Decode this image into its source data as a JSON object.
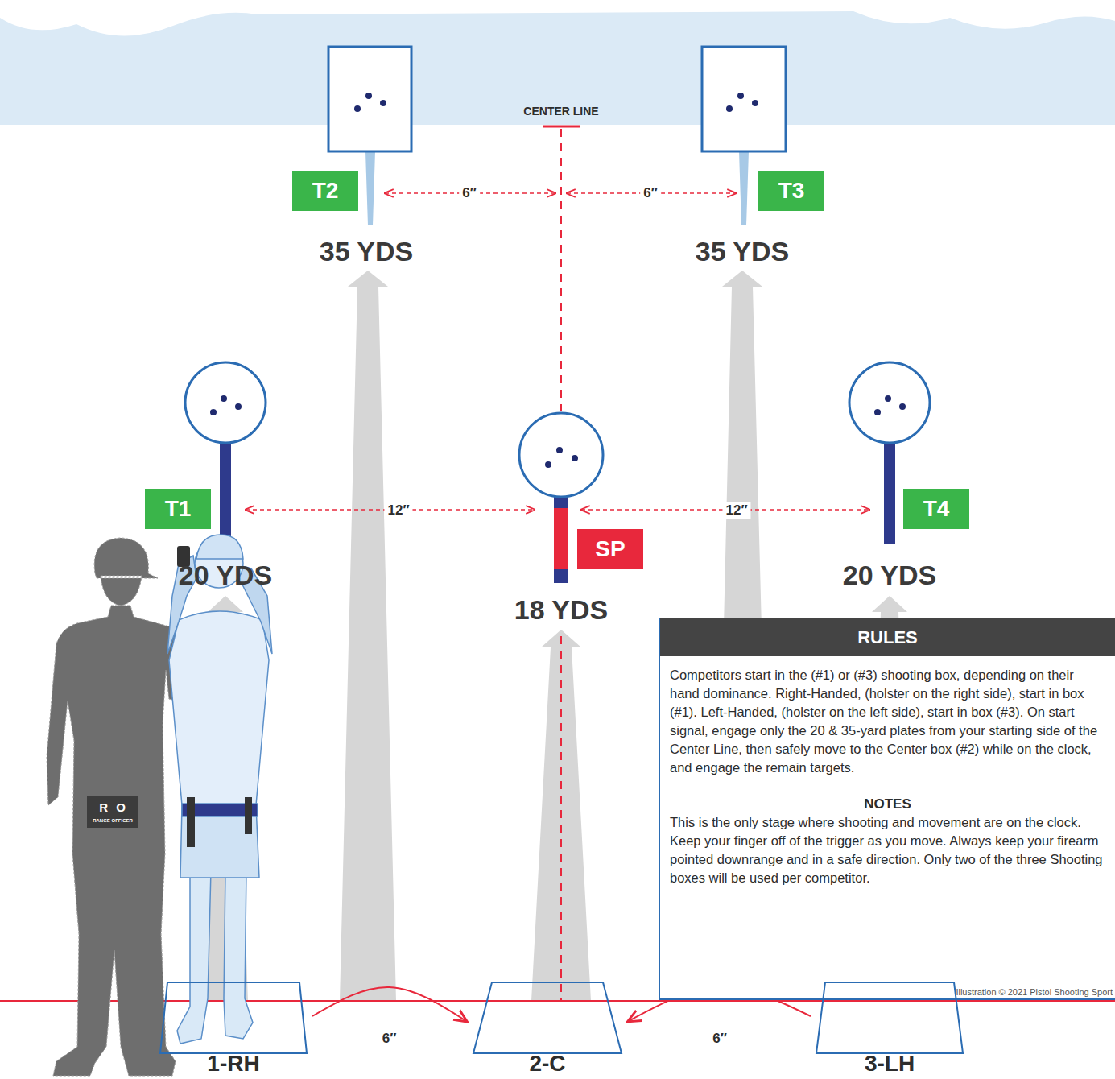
{
  "diagram": {
    "nodes": [
      {
        "text": [
          "T2"
        ]
      },
      {
        "text": [
          "T3"
        ]
      },
      {
        "text": [
          "T1"
        ]
      },
      {
        "text": [
          "SP"
        ]
      },
      {
        "text": [
          "T4"
        ]
      },
      {
        "text": [
          "RULES",
          "Competitors start in the (#1) or (#3) shooting box, depending on their hand dominance. Right-Handed, (holster on the right side), start in box (#1). Left-Handed, (holster on the left side), start in box (#3). On start signal, engage only the 20 & 35-yard plates from your starting side of the Center Line, then safely move to the Center box (#2) while on the clock, and engage the remain targets.",
          "NOTES",
          "This is the only stage where shooting and movement are on the clock. Keep your finger off of the trigger as you move. Always keep your firearm pointed downrange and in a safe direction. Only two of the three Shooting boxes will be used per competitor."
        ]
      },
      {
        "text": [
          "1-RH"
        ]
      },
      {
        "text": [
          "2-C"
        ]
      },
      {
        "text": [
          "3-LH"
        ]
      }
    ],
    "edges": [
      {
        "from": 6,
        "to": 7,
        "arrow": "to",
        "label": "6″"
      },
      {
        "from": 8,
        "to": 7,
        "arrow": "to",
        "label": "6″"
      }
    ],
    "labels": [
      "CENTER LINE",
      "6″",
      "6″",
      "35 YDS",
      "35 YDS",
      "12″",
      "12″",
      "20 YDS",
      "18 YDS",
      "20 YDS",
      "R O",
      "RANGE OFFICER",
      "Illustration © 2021 Pistol Shooting Sport"
    ]
  }
}
